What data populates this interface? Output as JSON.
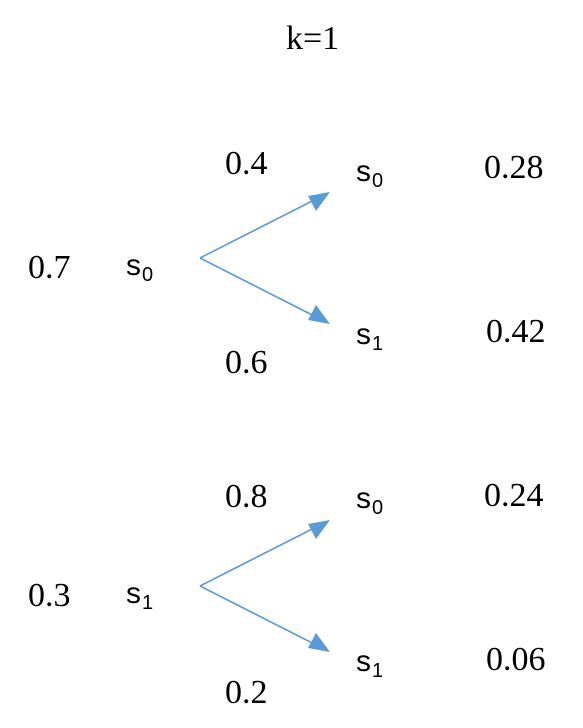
{
  "title": "k=1",
  "accent_color": "#5b9bd5",
  "groups": [
    {
      "prior": "0.7",
      "origin": {
        "base": "s",
        "sub": "0"
      },
      "top": {
        "edge": "0.4",
        "base": "s",
        "sub": "0",
        "result": "0.28"
      },
      "bottom": {
        "edge": "0.6",
        "base": "s",
        "sub": "1",
        "result": "0.42"
      }
    },
    {
      "prior": "0.3",
      "origin": {
        "base": "s",
        "sub": "1"
      },
      "top": {
        "edge": "0.8",
        "base": "s",
        "sub": "0",
        "result": "0.24"
      },
      "bottom": {
        "edge": "0.2",
        "base": "s",
        "sub": "1",
        "result": "0.06"
      }
    }
  ]
}
